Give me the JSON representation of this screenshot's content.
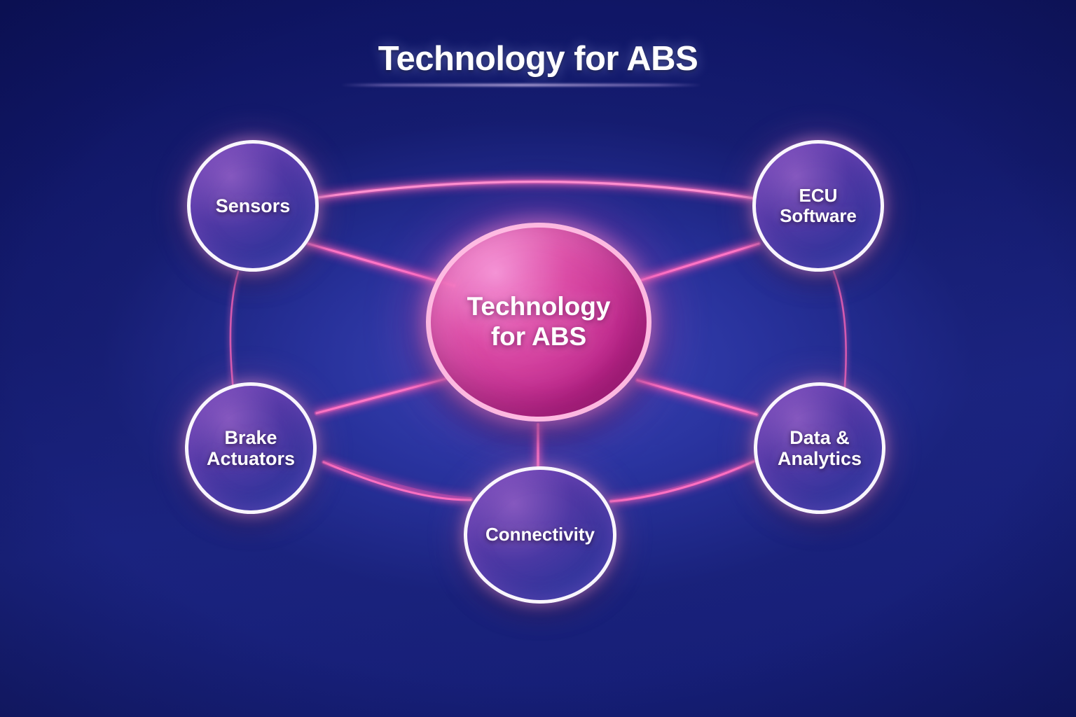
{
  "title": {
    "text": "Technology for ABS"
  },
  "hub": {
    "label": "Technology\nfor ABS",
    "color": "#d42f96",
    "ring_color": "#ffbee4"
  },
  "nodes": [
    {
      "id": "sensors",
      "label": "Sensors",
      "position": "top-left"
    },
    {
      "id": "ecu",
      "label": "ECU Software",
      "position": "top-right"
    },
    {
      "id": "brake",
      "label": "Brake\nActuators",
      "position": "bottom-left"
    },
    {
      "id": "data",
      "label": "Data &\nAnalytics",
      "position": "bottom-right"
    },
    {
      "id": "connectivity",
      "label": "Connectivity",
      "position": "bottom-center"
    }
  ],
  "connections": [
    {
      "from": "sensors",
      "to": "ecu",
      "style": "arc-top"
    },
    {
      "from": "sensors",
      "to": "hub",
      "style": "straight"
    },
    {
      "from": "ecu",
      "to": "hub",
      "style": "straight"
    },
    {
      "from": "brake",
      "to": "hub",
      "style": "straight"
    },
    {
      "from": "data",
      "to": "hub",
      "style": "straight"
    },
    {
      "from": "connectivity",
      "to": "hub",
      "style": "straight-short"
    },
    {
      "from": "sensors",
      "to": "brake",
      "style": "arc-left"
    },
    {
      "from": "ecu",
      "to": "data",
      "style": "arc-right"
    },
    {
      "from": "brake",
      "to": "connectivity",
      "style": "arc-bottom"
    },
    {
      "from": "connectivity",
      "to": "data",
      "style": "arc-bottom"
    }
  ],
  "theme": {
    "background_dark": "#0e1462",
    "background_mid": "#2e389f",
    "accent_pink": "#ff5fb8",
    "accent_magenta": "#d42f96",
    "node_ring": "#fffcff",
    "text_color": "#ffffff"
  }
}
